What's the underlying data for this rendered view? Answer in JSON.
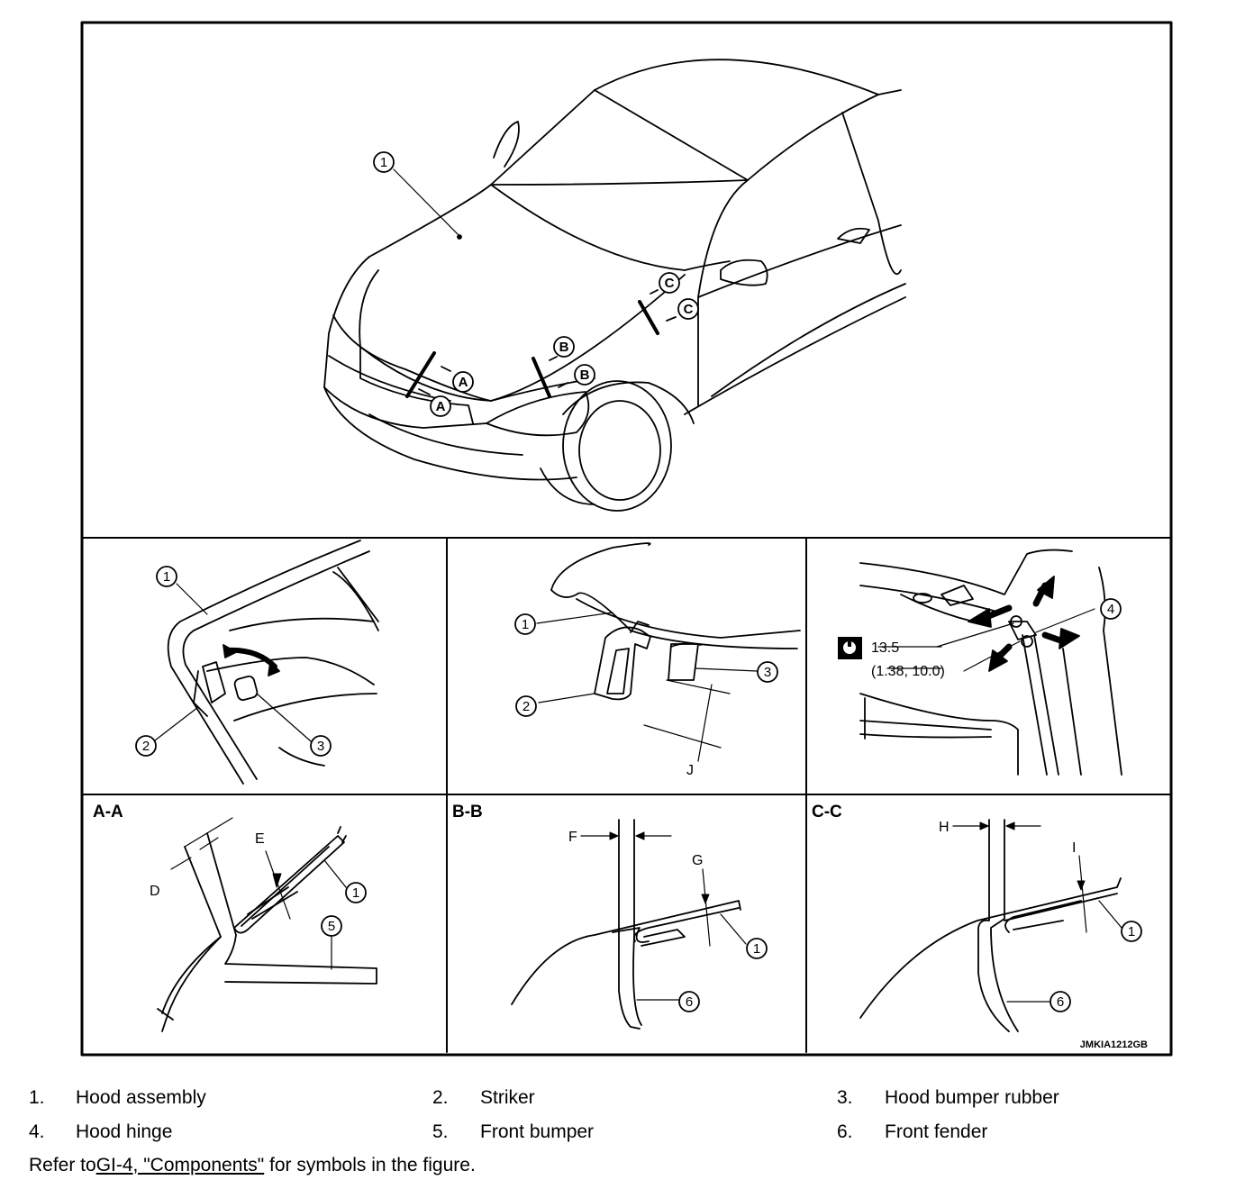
{
  "figure_code": "JMKIA1212GB",
  "callouts": [
    "1",
    "2",
    "3",
    "4",
    "5",
    "6"
  ],
  "section_marks": {
    "a": "A",
    "b": "B",
    "c": "C"
  },
  "section_titles": {
    "a": "A-A",
    "b": "B-B",
    "c": "C-C"
  },
  "dimension_letters": {
    "d": "D",
    "e": "E",
    "f": "F",
    "g": "G",
    "h": "H",
    "i": "I",
    "j": "J"
  },
  "torque": {
    "value": "13.5",
    "units": "(1.38, 10.0)",
    "icon": "torque-wrench-icon"
  },
  "legend": [
    {
      "num": "1.",
      "label": "Hood assembly"
    },
    {
      "num": "2.",
      "label": "Striker"
    },
    {
      "num": "3.",
      "label": "Hood bumper rubber"
    },
    {
      "num": "4.",
      "label": "Hood hinge"
    },
    {
      "num": "5.",
      "label": "Front bumper"
    },
    {
      "num": "6.",
      "label": "Front fender"
    }
  ],
  "note": {
    "prefix": "Refer to",
    "link": "GI-4, \"Components\"",
    "suffix": " for symbols in the figure."
  }
}
